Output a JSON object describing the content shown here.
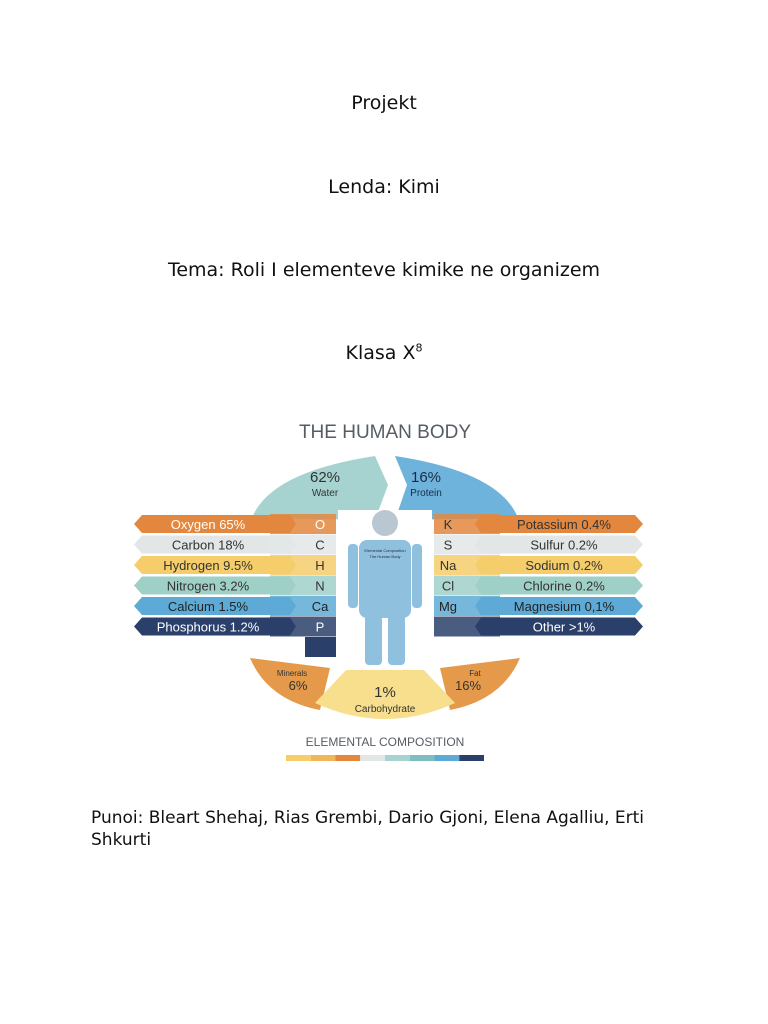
{
  "document": {
    "heading": "Projekt",
    "subject": "Lenda: Kimi",
    "topic": "Tema: Roli I elementeve kimike ne organizem",
    "class_label": "Klasa X",
    "class_superscript": "8",
    "authors": "Punoi: Bleart Shehaj, Rias Grembi, Dario Gjoni, Elena Agalliu, Erti Shkurti"
  },
  "infographic": {
    "title": "THE HUMAN BODY",
    "footer": "ELEMENTAL COMPOSITION",
    "segments": {
      "water": {
        "value": "62%",
        "label": "Water",
        "color": "#a6d3cf"
      },
      "protein": {
        "value": "16%",
        "label": "Protein",
        "color": "#6db3db"
      },
      "minerals": {
        "value": "6%",
        "label": "Minerals",
        "color": "#e59a4b"
      },
      "carbohydrate": {
        "value": "1%",
        "label": "Carbohydrate",
        "color": "#f7df8d"
      },
      "fat": {
        "value": "16%",
        "label": "Fat",
        "color": "#e59a4b"
      }
    },
    "body_card": {
      "line1": "Elemental Composition",
      "line2": "The Human Body"
    },
    "left_rows": [
      {
        "label": "Oxygen 65%",
        "symbol": "O",
        "color": "#e3873e",
        "text_color": "#ffffff"
      },
      {
        "label": "Carbon 18%",
        "symbol": "C",
        "color": "#e2e6e7",
        "text_color": "#333333"
      },
      {
        "label": "Hydrogen 9.5%",
        "symbol": "H",
        "color": "#f5cd6b",
        "text_color": "#333333"
      },
      {
        "label": "Nitrogen 3.2%",
        "symbol": "N",
        "color": "#9fd0c8",
        "text_color": "#333333"
      },
      {
        "label": "Calcium 1.5%",
        "symbol": "Ca",
        "color": "#5eaad6",
        "text_color": "#222222"
      },
      {
        "label": "Phosphorus 1.2%",
        "symbol": "P",
        "color": "#2b3f6b",
        "text_color": "#ffffff"
      }
    ],
    "right_rows": [
      {
        "label": "Potassium 0.4%",
        "symbol": "K",
        "color": "#e3873e",
        "text_color": "#333333"
      },
      {
        "label": "Sulfur 0.2%",
        "symbol": "S",
        "color": "#e2e6e7",
        "text_color": "#333333"
      },
      {
        "label": "Sodium 0.2%",
        "symbol": "Na",
        "color": "#f5cd6b",
        "text_color": "#333333"
      },
      {
        "label": "Chlorine 0.2%",
        "symbol": "Cl",
        "color": "#9fd0c8",
        "text_color": "#333333"
      },
      {
        "label": "Magnesium 0,1%",
        "symbol": "Mg",
        "color": "#5eaad6",
        "text_color": "#222222"
      },
      {
        "label": "Other >1%",
        "symbol": "",
        "color": "#2b3f6b",
        "text_color": "#ffffff"
      }
    ],
    "palette": [
      "#f5cd6b",
      "#f0b65a",
      "#e3873e",
      "#e2e6e7",
      "#a6d3cf",
      "#7dbfc0",
      "#5eaad6",
      "#2b3f6b"
    ]
  }
}
